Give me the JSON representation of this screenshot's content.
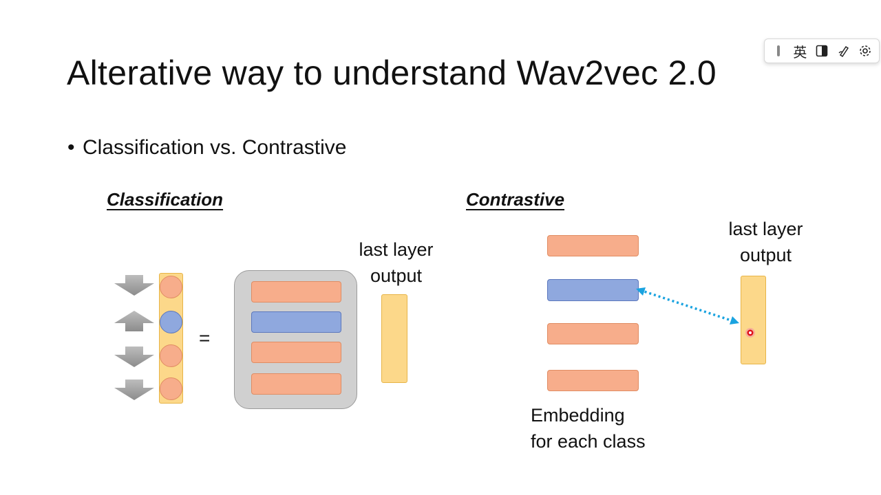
{
  "slide": {
    "title": "Alterative way to understand Wav2vec 2.0",
    "bullet": "Classification vs. Contrastive"
  },
  "classification": {
    "heading": "Classification",
    "equals": "=",
    "caption_line1": "last layer",
    "caption_line2": "output"
  },
  "contrastive": {
    "heading": "Contrastive",
    "caption_line1": "last layer",
    "caption_line2": "output",
    "embedding_line1": "Embedding",
    "embedding_line2": "for each class"
  },
  "ime_toolbar": {
    "language_label": "英"
  },
  "colors": {
    "orange": "#f7ad8b",
    "blue": "#8fa8de",
    "yellow": "#fcd88a",
    "gray": "#d0d0d0",
    "arrow_dotted": "#1aa3e0",
    "pointer_red": "#e0101a"
  }
}
